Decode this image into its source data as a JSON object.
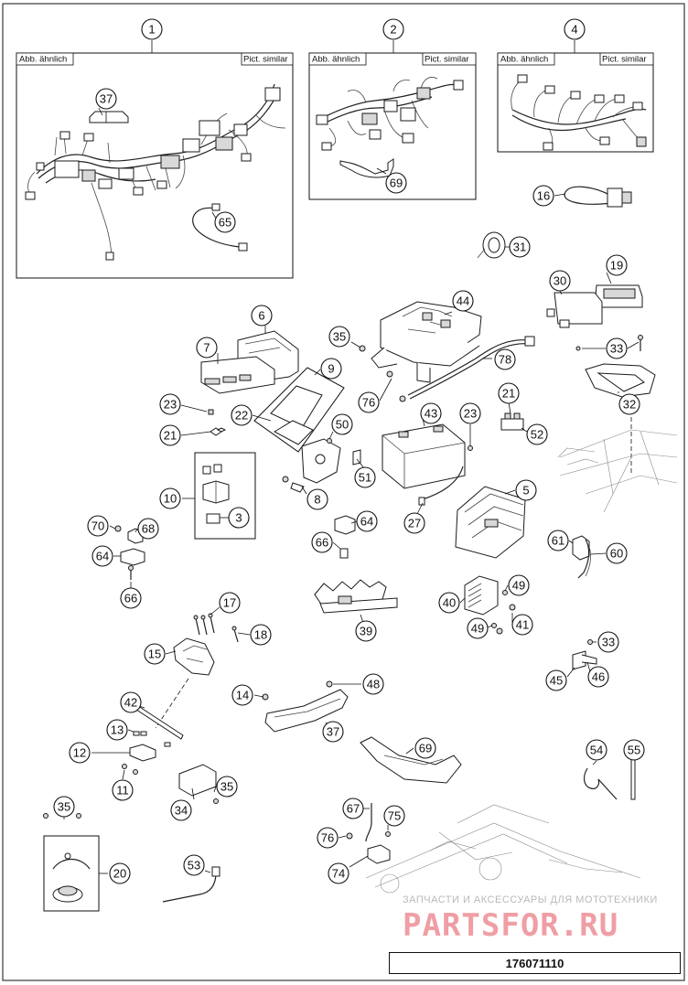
{
  "labels": {
    "similar_de": "Abb. ähnlich",
    "similar_en": "Pict. similar"
  },
  "document_number": "176071110",
  "watermark": {
    "line1": "ЗАПЧАСТИ И АКСЕССУАРЫ ДЛЯ МОТОТЕХНИКИ",
    "line2": "PARTSFOR.RU"
  },
  "callouts": {
    "c1": "1",
    "c2": "2",
    "c4": "4",
    "c37a": "37",
    "c65": "65",
    "c69a": "69",
    "c16": "16",
    "c31": "31",
    "c19": "19",
    "c30": "30",
    "c33a": "33",
    "c32": "32",
    "c44": "44",
    "c35a": "35",
    "c78": "78",
    "c76a": "76",
    "c43": "43",
    "c21a": "21",
    "c52": "52",
    "c6": "6",
    "c7": "7",
    "c9": "9",
    "c22": "22",
    "c23a": "23",
    "c21b": "21",
    "c50": "50",
    "c51": "51",
    "c8": "8",
    "c23b": "23",
    "c5": "5",
    "c27": "27",
    "c10": "10",
    "c3": "3",
    "c70": "70",
    "c68": "68",
    "c64a": "64",
    "c64b": "64",
    "c66a": "66",
    "c66b": "66",
    "c61": "61",
    "c60": "60",
    "c49a": "49",
    "c40": "40",
    "c49b": "49",
    "c41": "41",
    "c39": "39",
    "c17": "17",
    "c18": "18",
    "c15": "15",
    "c33b": "33",
    "c45": "45",
    "c46": "46",
    "c14": "14",
    "c48": "48",
    "c42": "42",
    "c37b": "37",
    "c13": "13",
    "c12": "12",
    "c69b": "69",
    "c11": "11",
    "c35b": "35",
    "c34": "34",
    "c54": "54",
    "c55": "55",
    "c35c": "35",
    "c67": "67",
    "c75": "75",
    "c76b": "76",
    "c20": "20",
    "c53": "53",
    "c74": "74"
  },
  "colors": {
    "line": "#111111",
    "watermark_red": "#dc2837"
  }
}
